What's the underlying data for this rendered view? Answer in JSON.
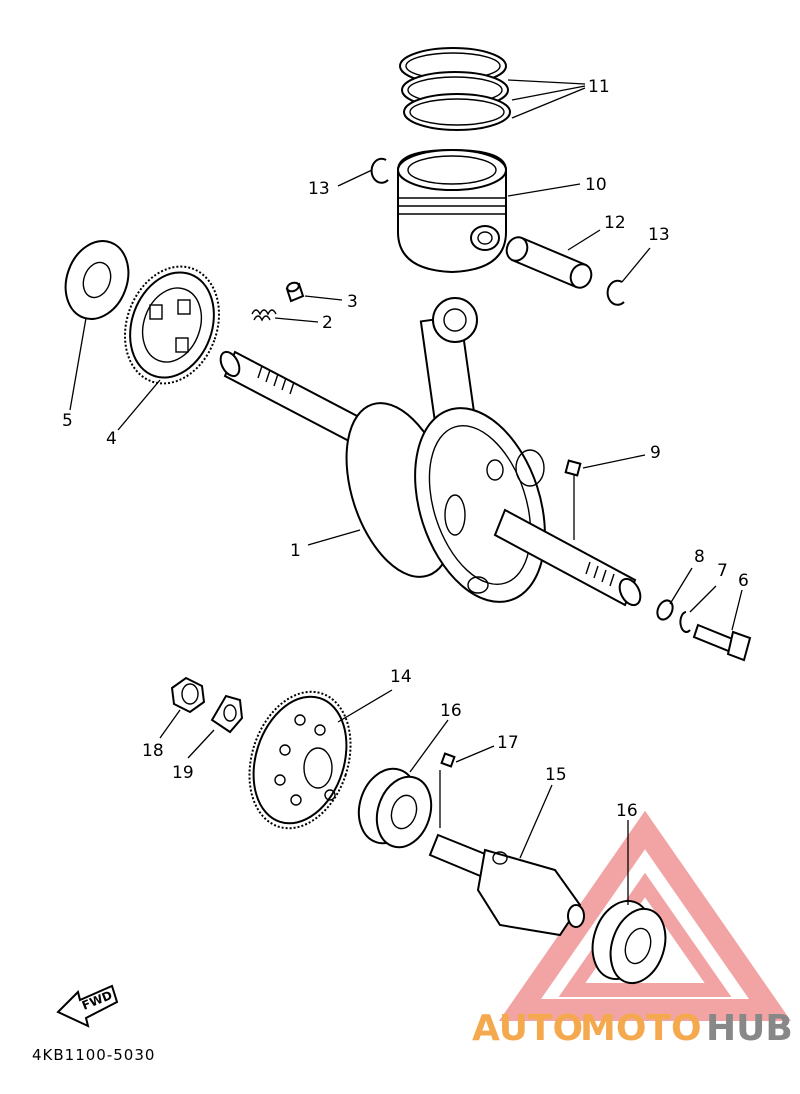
{
  "callouts": [
    {
      "id": "1",
      "label": "1"
    },
    {
      "id": "2",
      "label": "2"
    },
    {
      "id": "3",
      "label": "3"
    },
    {
      "id": "4",
      "label": "4"
    },
    {
      "id": "5",
      "label": "5"
    },
    {
      "id": "6",
      "label": "6"
    },
    {
      "id": "7",
      "label": "7"
    },
    {
      "id": "8",
      "label": "8"
    },
    {
      "id": "9",
      "label": "9"
    },
    {
      "id": "10",
      "label": "10"
    },
    {
      "id": "11",
      "label": "11"
    },
    {
      "id": "12",
      "label": "12"
    },
    {
      "id": "13a",
      "label": "13"
    },
    {
      "id": "13b",
      "label": "13"
    },
    {
      "id": "14",
      "label": "14"
    },
    {
      "id": "15",
      "label": "15"
    },
    {
      "id": "16a",
      "label": "16"
    },
    {
      "id": "16b",
      "label": "16"
    },
    {
      "id": "17",
      "label": "17"
    },
    {
      "id": "18",
      "label": "18"
    },
    {
      "id": "19",
      "label": "19"
    }
  ],
  "fwd_label": "FWD",
  "diagram_code": "4KB1100-5030",
  "watermark": {
    "part1": "AUTO",
    "part2": "MOTO",
    "part3": "HUB",
    "colors": {
      "orange": "#f4a94f",
      "gray": "#888888",
      "triangle": "#e85a5a"
    }
  }
}
